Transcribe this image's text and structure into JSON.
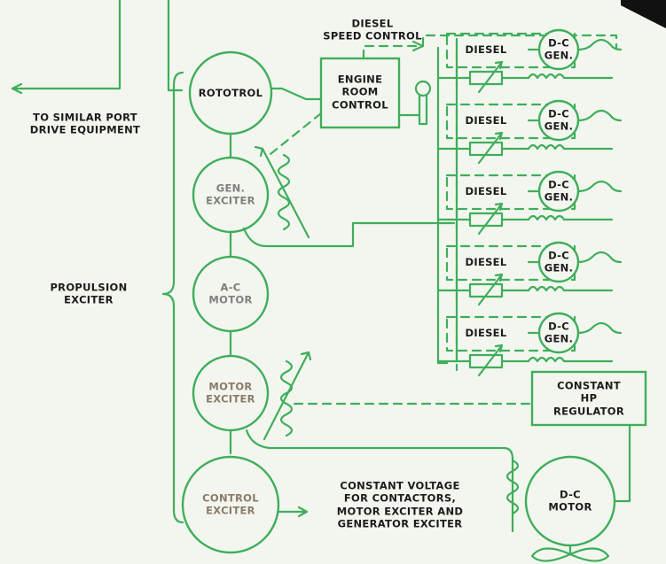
{
  "labels": {
    "diesel_speed_control": "DIESEL\nSPEED CONTROL",
    "engine_room_control": "ENGINE\nROOM\nCONTROL",
    "rototrol": "ROTOTROL",
    "gen_exciter": "GEN.\nEXCITER",
    "ac_motor": "A-C\nMOTOR",
    "motor_exciter": "MOTOR\nEXCITER",
    "control_exciter": "CONTROL\nEXCITER",
    "to_similar_port": "TO SIMILAR PORT\nDRIVE EQUIPMENT",
    "propulsion_exciter": "PROPULSION\nEXCITER",
    "constant_hp_regulator": "CONSTANT HP\nREGULATOR",
    "dc_motor": "D-C\nMOTOR",
    "constant_voltage": "CONSTANT VOLTAGE\nFOR CONTACTORS,\nMOTOR EXCITER AND\nGENERATOR EXCITER"
  },
  "diesel_units": [
    {
      "diesel": "DIESEL",
      "gen": "D-C\nGEN."
    },
    {
      "diesel": "DIESEL",
      "gen": "D-C\nGEN."
    },
    {
      "diesel": "DIESEL",
      "gen": "D-C\nGEN."
    },
    {
      "diesel": "DIESEL",
      "gen": "D-C\nGEN."
    },
    {
      "diesel": "DIESEL",
      "gen": "D-C\nGEN."
    }
  ],
  "colors": {
    "line": "#3fae5b",
    "background": "#f3f6ef",
    "text": "#1c1c1c",
    "text_dim": "#7f7f7f"
  }
}
